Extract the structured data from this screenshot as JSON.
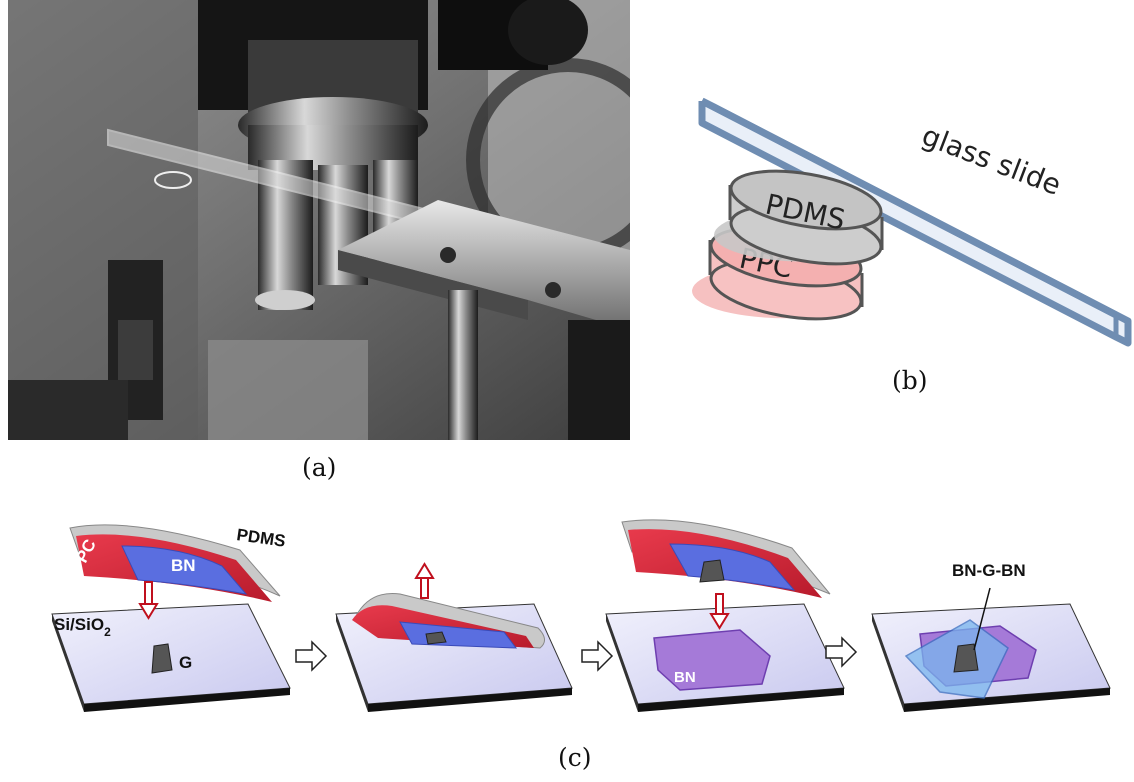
{
  "panel_a": {
    "caption": "(a)"
  },
  "panel_b": {
    "caption": "(b)",
    "glass_label": "glass slide",
    "pdms_label": "PDMS",
    "ppc_label": "PPC"
  },
  "panel_c": {
    "caption": "(c)",
    "step1": {
      "pdms": "PDMS",
      "ppc": "PPC",
      "bn": "BN",
      "substrate": "Si/SiO",
      "substrate_sub": "2",
      "g": "G"
    },
    "step3": {
      "bn": "BN"
    },
    "step4": {
      "result": "BN-G-BN"
    }
  },
  "colors": {
    "glass_outline": "#6f8db2",
    "ppc_fill": "#f4b6b6",
    "pdms_fill": "#c8c8c8",
    "ppc_red": "#d42a3c",
    "bn_blue": "#5a6ee0",
    "substrate": "#dcdcf6",
    "bn_purple": "#a57ad8"
  }
}
